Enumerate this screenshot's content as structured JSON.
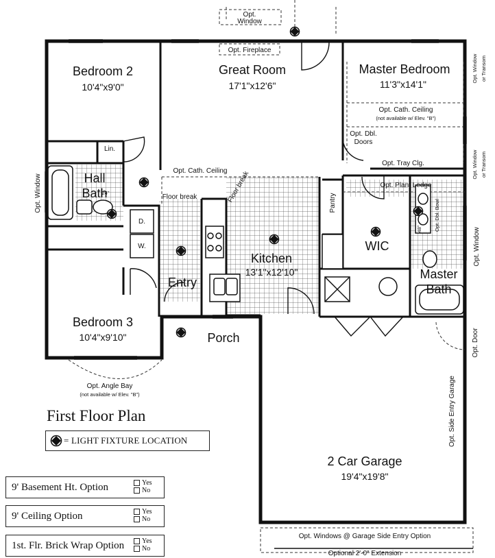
{
  "plan_title": "First Floor Plan",
  "legend": {
    "text": "= LIGHT FIXTURE LOCATION"
  },
  "rooms": {
    "bedroom2": {
      "name": "Bedroom 2",
      "dim": "10'4\"x9'0\""
    },
    "great_room": {
      "name": "Great Room",
      "dim": "17'1\"x12'6\""
    },
    "master_bedroom": {
      "name": "Master Bedroom",
      "dim": "11'3\"x14'1\""
    },
    "hall_bath": {
      "name_line1": "Hall",
      "name_line2": "Bath"
    },
    "kitchen": {
      "name": "Kitchen",
      "dim": "13'1\"x12'10\""
    },
    "wic": {
      "name": "WIC"
    },
    "master_bath": {
      "name_line1": "Master",
      "name_line2": "Bath"
    },
    "entry": {
      "name": "Entry"
    },
    "porch": {
      "name": "Porch"
    },
    "bedroom3": {
      "name": "Bedroom 3",
      "dim": "10'4\"x9'10\""
    },
    "garage": {
      "name": "2 Car Garage",
      "dim": "19'4\"x19'8\""
    }
  },
  "labels": {
    "lin": "Lin.",
    "dryer": "D.",
    "washer": "W.",
    "pantry": "Pantry",
    "floor_break": "Floor break",
    "floor_break_2": "Floor break",
    "dim_24": "24\"",
    "dim_48": "48\"",
    "opt_window_top_1": "Opt.",
    "opt_window_top_2": "Window",
    "opt_fireplace": "Opt. Fireplace",
    "opt_cath_ceiling_master": "Opt. Cath. Ceiling",
    "not_avail_master": "(not available w/ Elev. \"B\")",
    "opt_dbl_doors_1": "Opt. Dbl.",
    "opt_dbl_doors_2": "Doors",
    "opt_tray_clg": "Opt. Tray Clg.",
    "opt_cath_ceiling_great": "Opt. Cath. Ceiling",
    "opt_plant_ledge": "Opt. Plant Ledge",
    "opt_window_left": "Opt. Window",
    "opt_window_right_mb1": "Opt. Window",
    "opt_window_right_mb2": "or Transom",
    "opt_window_right_mb3": "Opt. Window",
    "opt_window_right_mb4": "or Transom",
    "opt_window_master_bath": "Opt. Window",
    "opt_dbl_bowl": "Opt. Dbl. Bowl",
    "opt_door": "Opt. Door",
    "opt_side_entry_garage": "Opt. Side Entry Garage",
    "opt_angle_bay": "Opt. Angle Bay",
    "not_avail_bay": "(not available w/ Elev. \"B\")",
    "opt_windows_garage": "Opt. Windows @ Garage Side Entry Option",
    "optional_extension": "Optional 2'-0\" Extension"
  },
  "options": [
    {
      "label": "9' Basement Ht. Option",
      "yes": "Yes",
      "no": "No"
    },
    {
      "label": "9' Ceiling Option",
      "yes": "Yes",
      "no": "No"
    },
    {
      "label": "1st. Flr. Brick Wrap Option",
      "yes": "Yes",
      "no": "No"
    }
  ]
}
